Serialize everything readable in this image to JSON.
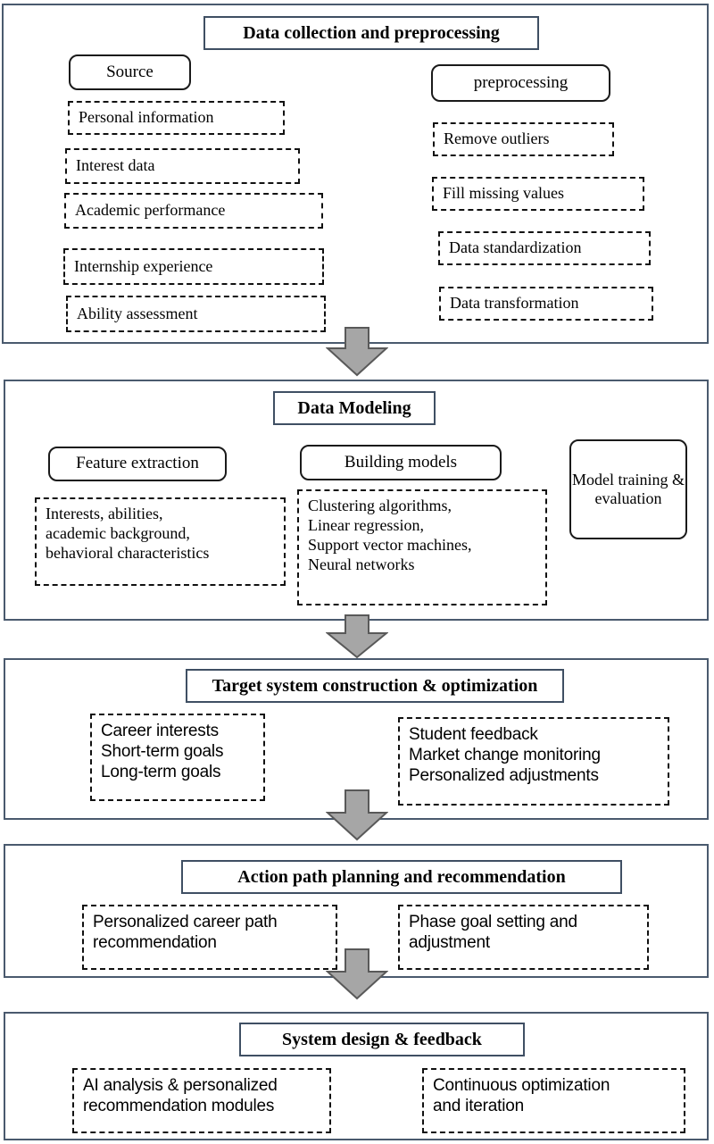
{
  "diagram": {
    "title": "Data collection and preprocessing pipeline flowchart",
    "accent_border_color": "#4a5a6e",
    "arrow_fill_color": "#a6a6a6",
    "arrow_border_color": "#595959",
    "box_border_color": "#111111"
  },
  "sections": [
    {
      "id": "data-collection",
      "header": "Data collection and preprocessing",
      "groups": [
        {
          "label": "Source",
          "items": [
            "Personal information",
            "Interest data",
            "Academic performance",
            "Internship experience",
            "Ability assessment"
          ]
        },
        {
          "label": "preprocessing",
          "items": [
            "Remove outliers",
            "Fill missing values",
            "Data standardization",
            "Data transformation"
          ]
        }
      ]
    },
    {
      "id": "data-modeling",
      "header": "Data Modeling",
      "groups": [
        {
          "label": "Feature extraction",
          "items": [
            "Interests, abilities,\nacademic background,\nbehavioral characteristics"
          ]
        },
        {
          "label": "Building models",
          "items": [
            "Clustering algorithms,\nLinear regression,\nSupport vector machines,\nNeural networks"
          ]
        },
        {
          "label": "Model\ntraining &\nevaluation",
          "items": []
        }
      ]
    },
    {
      "id": "target-system",
      "header": "Target system construction & optimization",
      "groups": [
        {
          "label": "",
          "items": [
            "Career interests\nShort-term goals\nLong-term goals"
          ]
        },
        {
          "label": "",
          "items": [
            "Student feedback\nMarket change monitoring\nPersonalized adjustments"
          ]
        }
      ]
    },
    {
      "id": "action-path",
      "header": "Action path planning and recommendation",
      "groups": [
        {
          "label": "",
          "items": [
            "Personalized career path\nrecommendation"
          ]
        },
        {
          "label": "",
          "items": [
            "Phase goal setting and\nadjustment"
          ]
        }
      ]
    },
    {
      "id": "system-design",
      "header": "System design & feedback",
      "groups": [
        {
          "label": "",
          "items": [
            "AI analysis & personalized\nrecommendation modules"
          ]
        },
        {
          "label": "",
          "items": [
            "Continuous optimization\nand iteration"
          ]
        }
      ]
    }
  ],
  "arrows": [
    {
      "name": "arrow-1-to-2",
      "direction": "down"
    },
    {
      "name": "arrow-2-to-3",
      "direction": "down"
    },
    {
      "name": "arrow-3-to-4",
      "direction": "down"
    },
    {
      "name": "arrow-4-to-5",
      "direction": "down"
    }
  ]
}
